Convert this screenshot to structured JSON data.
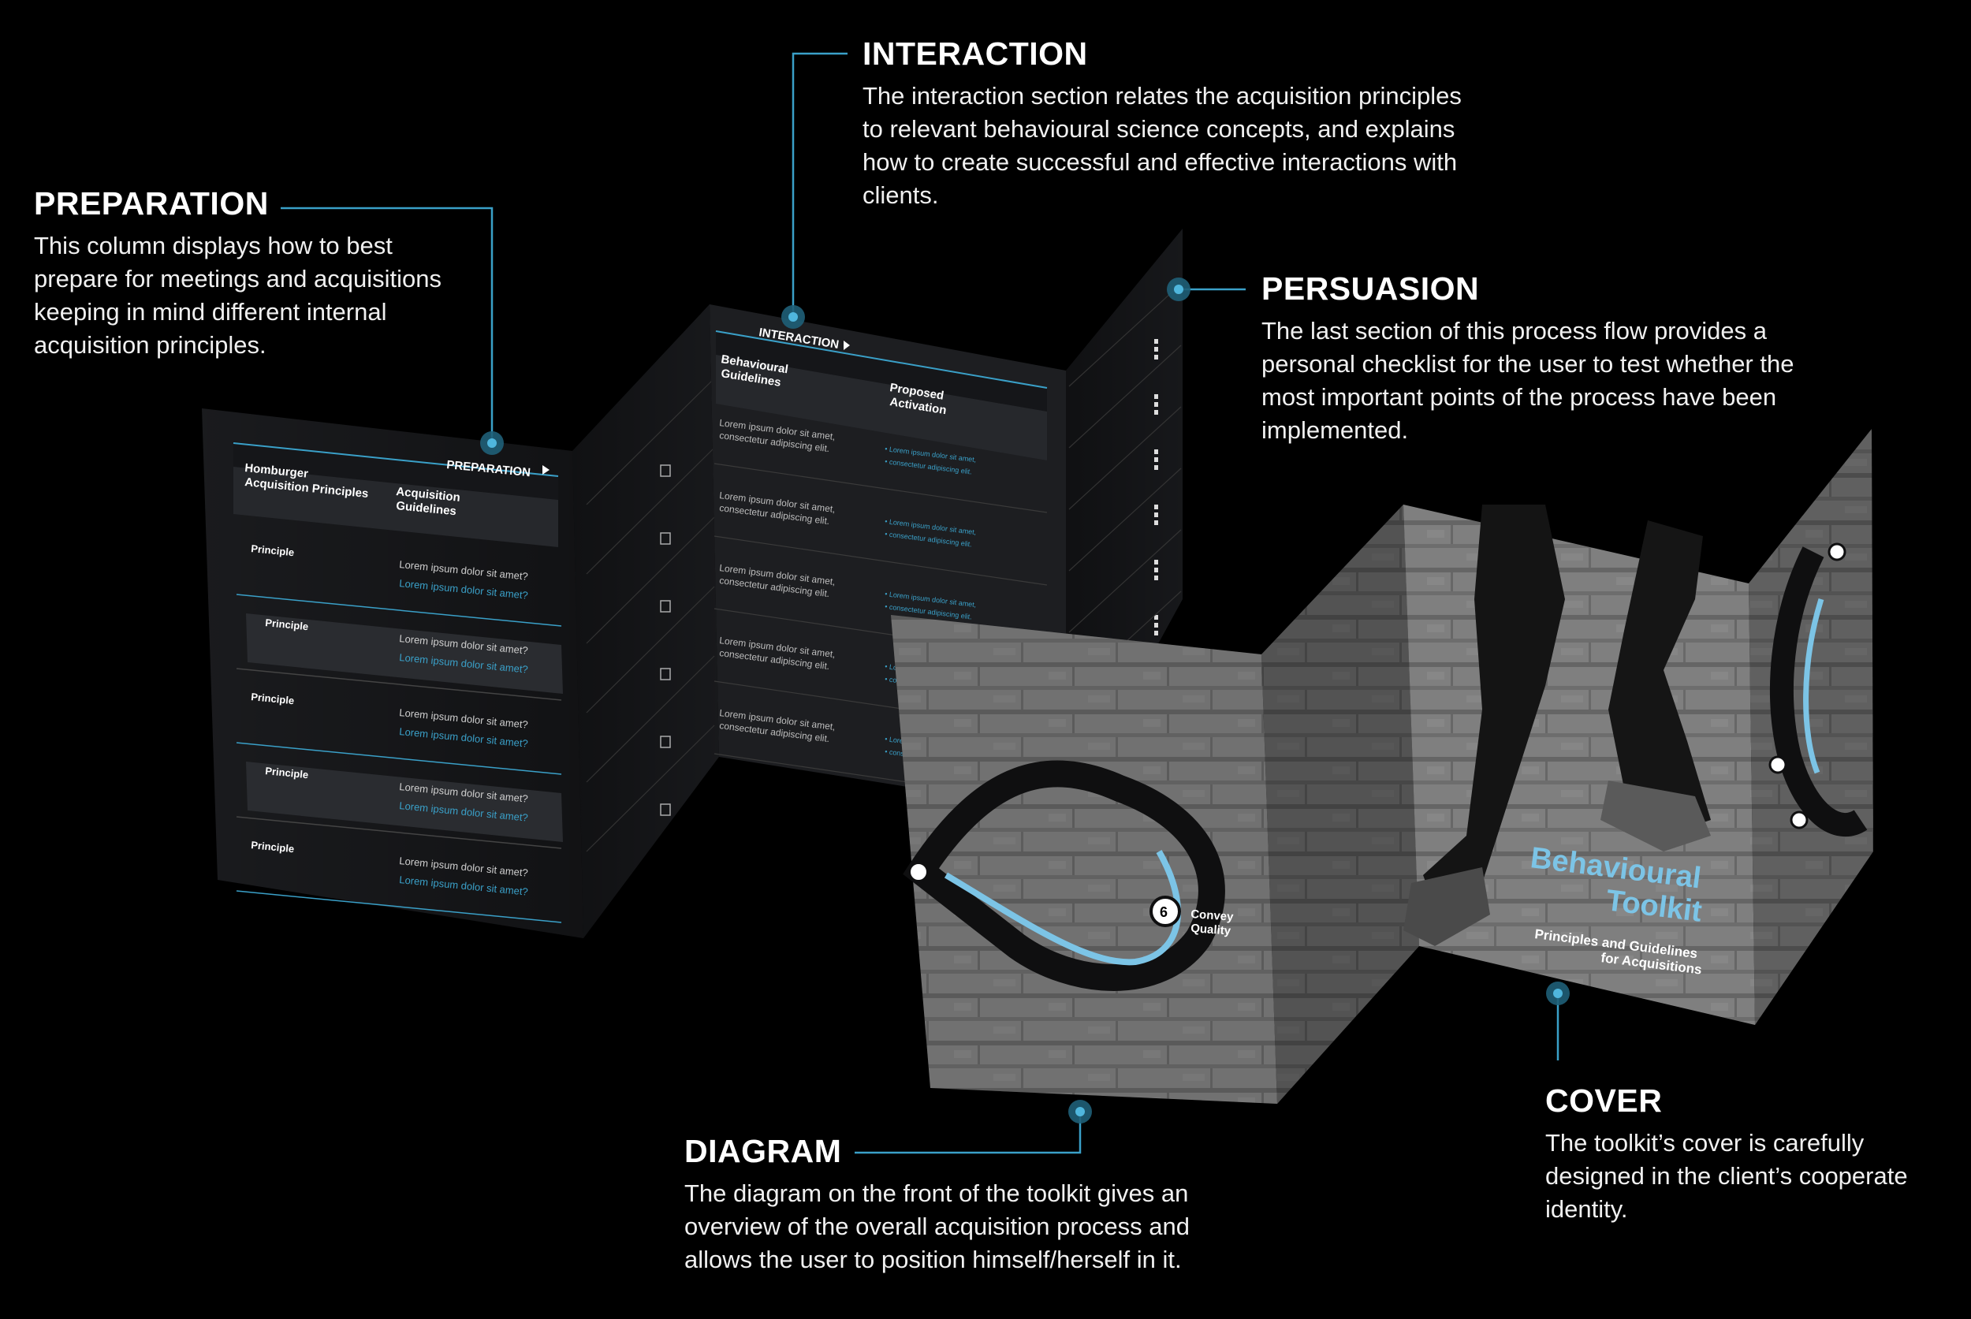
{
  "callouts": {
    "interaction": {
      "title": "INTERACTION",
      "body": "The interaction section relates the acquisition principles to relevant behavioural science concepts, and explains how to create successful and effective interactions with clients."
    },
    "preparation": {
      "title": "PREPARATION",
      "body": "This column displays how to best prepare for meetings and acquisitions keeping in mind  different internal acquisition principles."
    },
    "persuasion": {
      "title": "PERSUASION",
      "body": "The last section of this process flow provides a personal checklist for the user to test whether the most important points of the process have been implemented."
    },
    "diagram": {
      "title": "DIAGRAM",
      "body": "The diagram on the front of the toolkit gives an overview of the overall acquisition process and allows the user to position himself/herself in it."
    },
    "cover": {
      "title": "COVER",
      "body": "The toolkit’s cover is carefully designed in the client’s cooperate identity."
    }
  },
  "brochure": {
    "prep_header": "PREPARATION",
    "interaction_header": "INTERACTION",
    "col_principles": "Homburger Acquisition Principles",
    "col_principles_l1": "Homburger",
    "col_principles_l2": "Acquisition Principles",
    "col_guidelines_l1": "Acquisition",
    "col_guidelines_l2": "Guidelines",
    "col_behav_l1": "Behavioural",
    "col_behav_l2": "Guidelines",
    "col_activation_l1": "Proposed",
    "col_activation_l2": "Activation",
    "row_principle": "Principle",
    "row_question": "Lorem ipsum dolor sit amet?",
    "row_lorem_l1": "Lorem ipsum dolor sit amet,",
    "row_lorem_l2": "consectetur adipiscing elit.",
    "convey_l1": "Convey",
    "convey_l2": "Quality",
    "step_number": "6",
    "cover_title_l1": "Behavioural",
    "cover_title_l2": "Toolkit",
    "cover_sub_l1": "Principles and Guidelines",
    "cover_sub_l2": "for Acquisitions"
  },
  "colors": {
    "accent": "#3aa0c8",
    "cover_title": "#7cc4e6",
    "panel_dark": "#1c1d20",
    "background": "#000000"
  }
}
